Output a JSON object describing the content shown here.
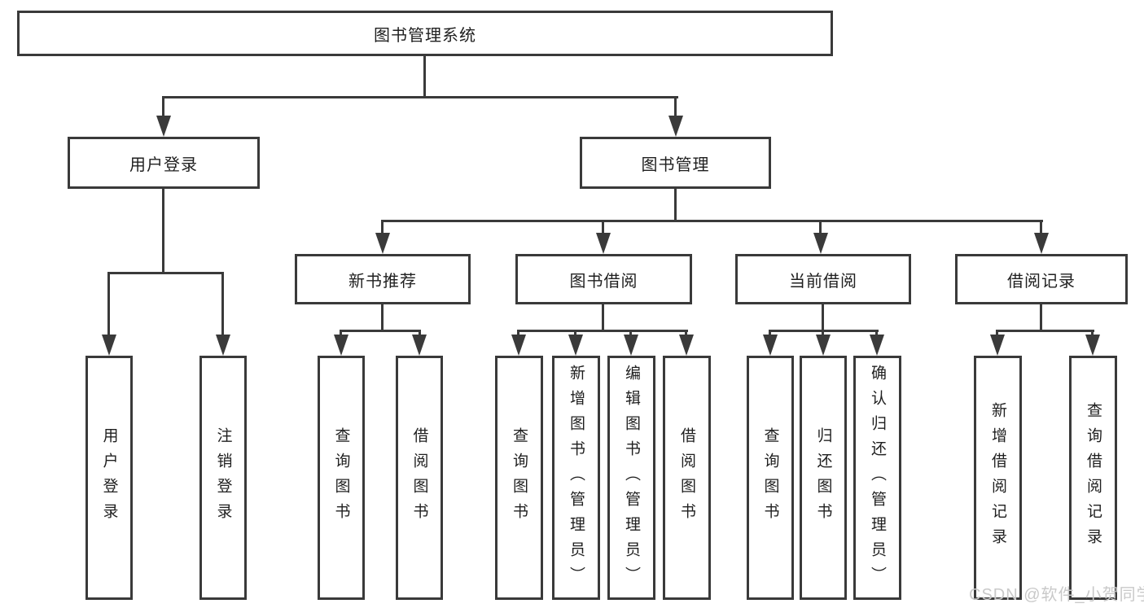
{
  "diagram": {
    "root": {
      "label": "图书管理系统"
    },
    "level2": [
      {
        "label": "用户登录"
      },
      {
        "label": "图书管理"
      }
    ],
    "level3": [
      {
        "label": "新书推荐"
      },
      {
        "label": "图书借阅"
      },
      {
        "label": "当前借阅"
      },
      {
        "label": "借阅记录"
      }
    ],
    "leaves": {
      "user": [
        "用户登录",
        "注销登录"
      ],
      "recommend": [
        "查询图书",
        "借阅图书"
      ],
      "borrow": [
        "查询图书",
        "新增图书（管理员）",
        "编辑图书（管理员）",
        "借阅图书"
      ],
      "current": [
        "查询图书",
        "归还图书",
        "确认归还（管理员）"
      ],
      "record": [
        "新增借阅记录",
        "查询借阅记录"
      ]
    },
    "watermark": "CSDN @软件_小贺同学",
    "colors": {
      "line": "#3a3a3a",
      "text": "#1f1f1f",
      "background": "#ffffff",
      "watermark": "#c9c9c9"
    }
  }
}
